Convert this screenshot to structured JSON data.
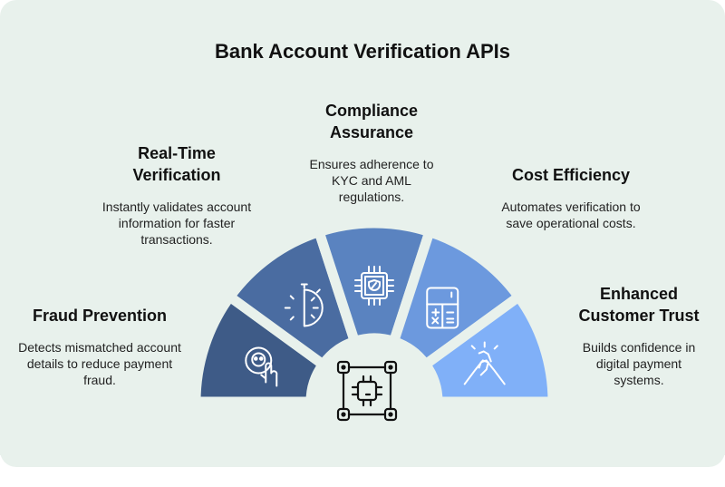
{
  "title": "Bank Account Verification APIs",
  "items": [
    {
      "heading": "Fraud Prevention",
      "description": "Detects mismatched account details to reduce payment fraud.",
      "icon": "skull-pointer-icon",
      "color": "#3e5b87"
    },
    {
      "heading": "Real-Time Verification",
      "description": "Instantly validates account information for faster transactions.",
      "icon": "stopwatch-icon",
      "color": "#4a6ca1"
    },
    {
      "heading": "Compliance Assurance",
      "description": "Ensures adherence to KYC and AML regulations.",
      "icon": "shield-chip-icon",
      "color": "#5a83c0"
    },
    {
      "heading": "Cost Efficiency",
      "description": "Automates verification to save operational costs.",
      "icon": "calculator-icon",
      "color": "#6c99de"
    },
    {
      "heading": "Enhanced Customer Trust",
      "description": "Builds confidence in digital payment systems.",
      "icon": "handshake-icon",
      "color": "#80b0f8"
    }
  ],
  "center_icon": "circuit-chip-icon"
}
